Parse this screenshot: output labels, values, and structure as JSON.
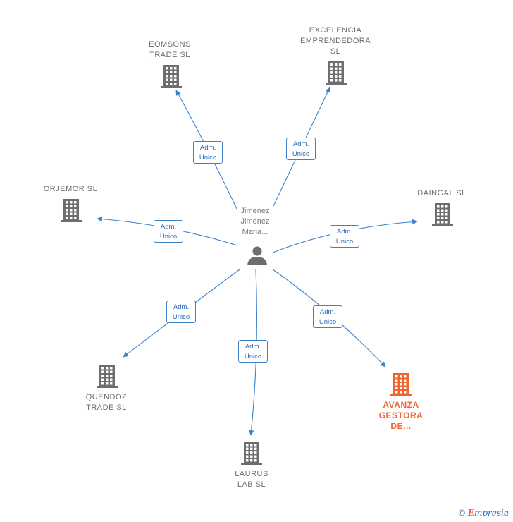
{
  "center": {
    "name": "Jimenez\nJimenez\nMaria...",
    "icon": "person-icon"
  },
  "companies": [
    {
      "id": "eomsons",
      "name": "EOMSONS\nTRADE  SL",
      "role": "Adm.\nUnico",
      "main": false
    },
    {
      "id": "excelencia",
      "name": "EXCELENCIA\nEMPRENDEDORA\nSL",
      "role": "Adm.\nUnico",
      "main": false
    },
    {
      "id": "orjemor",
      "name": "ORJEMOR  SL",
      "role": "Adm.\nUnico",
      "main": false
    },
    {
      "id": "daingal",
      "name": "DAINGAL  SL",
      "role": "Adm.\nUnico",
      "main": false
    },
    {
      "id": "quendoz",
      "name": "QUENDOZ\nTRADE  SL",
      "role": "Adm.\nUnico",
      "main": false
    },
    {
      "id": "laurus",
      "name": "LAURUS\nLAB  SL",
      "role": "Adm.\nUnico",
      "main": false
    },
    {
      "id": "avanza",
      "name": "AVANZA\nGESTORA\nDE...",
      "role": "Adm.\nUnico",
      "main": true
    }
  ],
  "colors": {
    "edge": "#3f80cf",
    "building": "#6e6e6e",
    "main_building": "#f0642d",
    "person": "#6e6e6e"
  },
  "icons": {
    "company": "building-icon"
  },
  "brand": {
    "copyright": "©",
    "initial": "E",
    "rest": "mpresia"
  }
}
